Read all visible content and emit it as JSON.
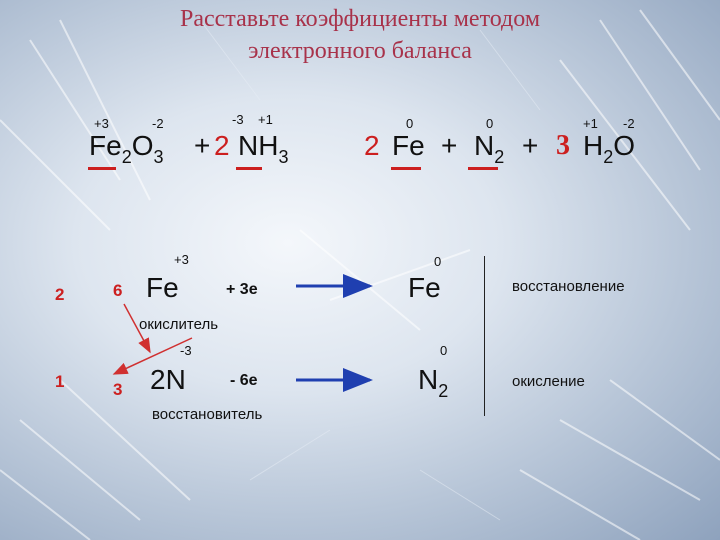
{
  "title_line1": "Расставьте коэффициенты методом",
  "title_line2": "электронного баланса",
  "equation": {
    "ox": [
      "+3",
      "-2",
      "-3",
      "+1",
      "0",
      "0",
      "+1",
      "-2"
    ],
    "fe2o3": "Fe",
    "fe2o3_sub1": "2",
    "fe2o3_o": "O",
    "fe2o3_sub2": "3",
    "plus1": "+",
    "coef_nh3": "2",
    "nh3": "NH",
    "nh3_sub": "3",
    "coef_fe": "2",
    "fe": "Fe",
    "plus2": "+",
    "n2": "N",
    "n2_sub": "2",
    "plus3": "+",
    "coef_h2o": "3",
    "h2o_h": "H",
    "h2o_sub": "2",
    "h2o_o": "O"
  },
  "balance": [
    {
      "multiplier": "2",
      "electrons_count": "6",
      "reactant_ox": "+3",
      "reactant": "Fe",
      "electrons": "+ 3e",
      "product_ox": "0",
      "product": "Fe",
      "product_sub": "",
      "process": "восстановление",
      "role": "окислитель"
    },
    {
      "multiplier": "1",
      "electrons_count": "3",
      "reactant_ox": "-3",
      "reactant": "2N",
      "electrons": "- 6e",
      "product_ox": "0",
      "product": "N",
      "product_sub": "2",
      "process": "окисление",
      "role": "восстановитель"
    }
  ],
  "colors": {
    "title": "#a8324a",
    "coefficients": "#cc1f1f",
    "arrows": "#1f3fb0",
    "cross_arrows": "#d03030"
  }
}
